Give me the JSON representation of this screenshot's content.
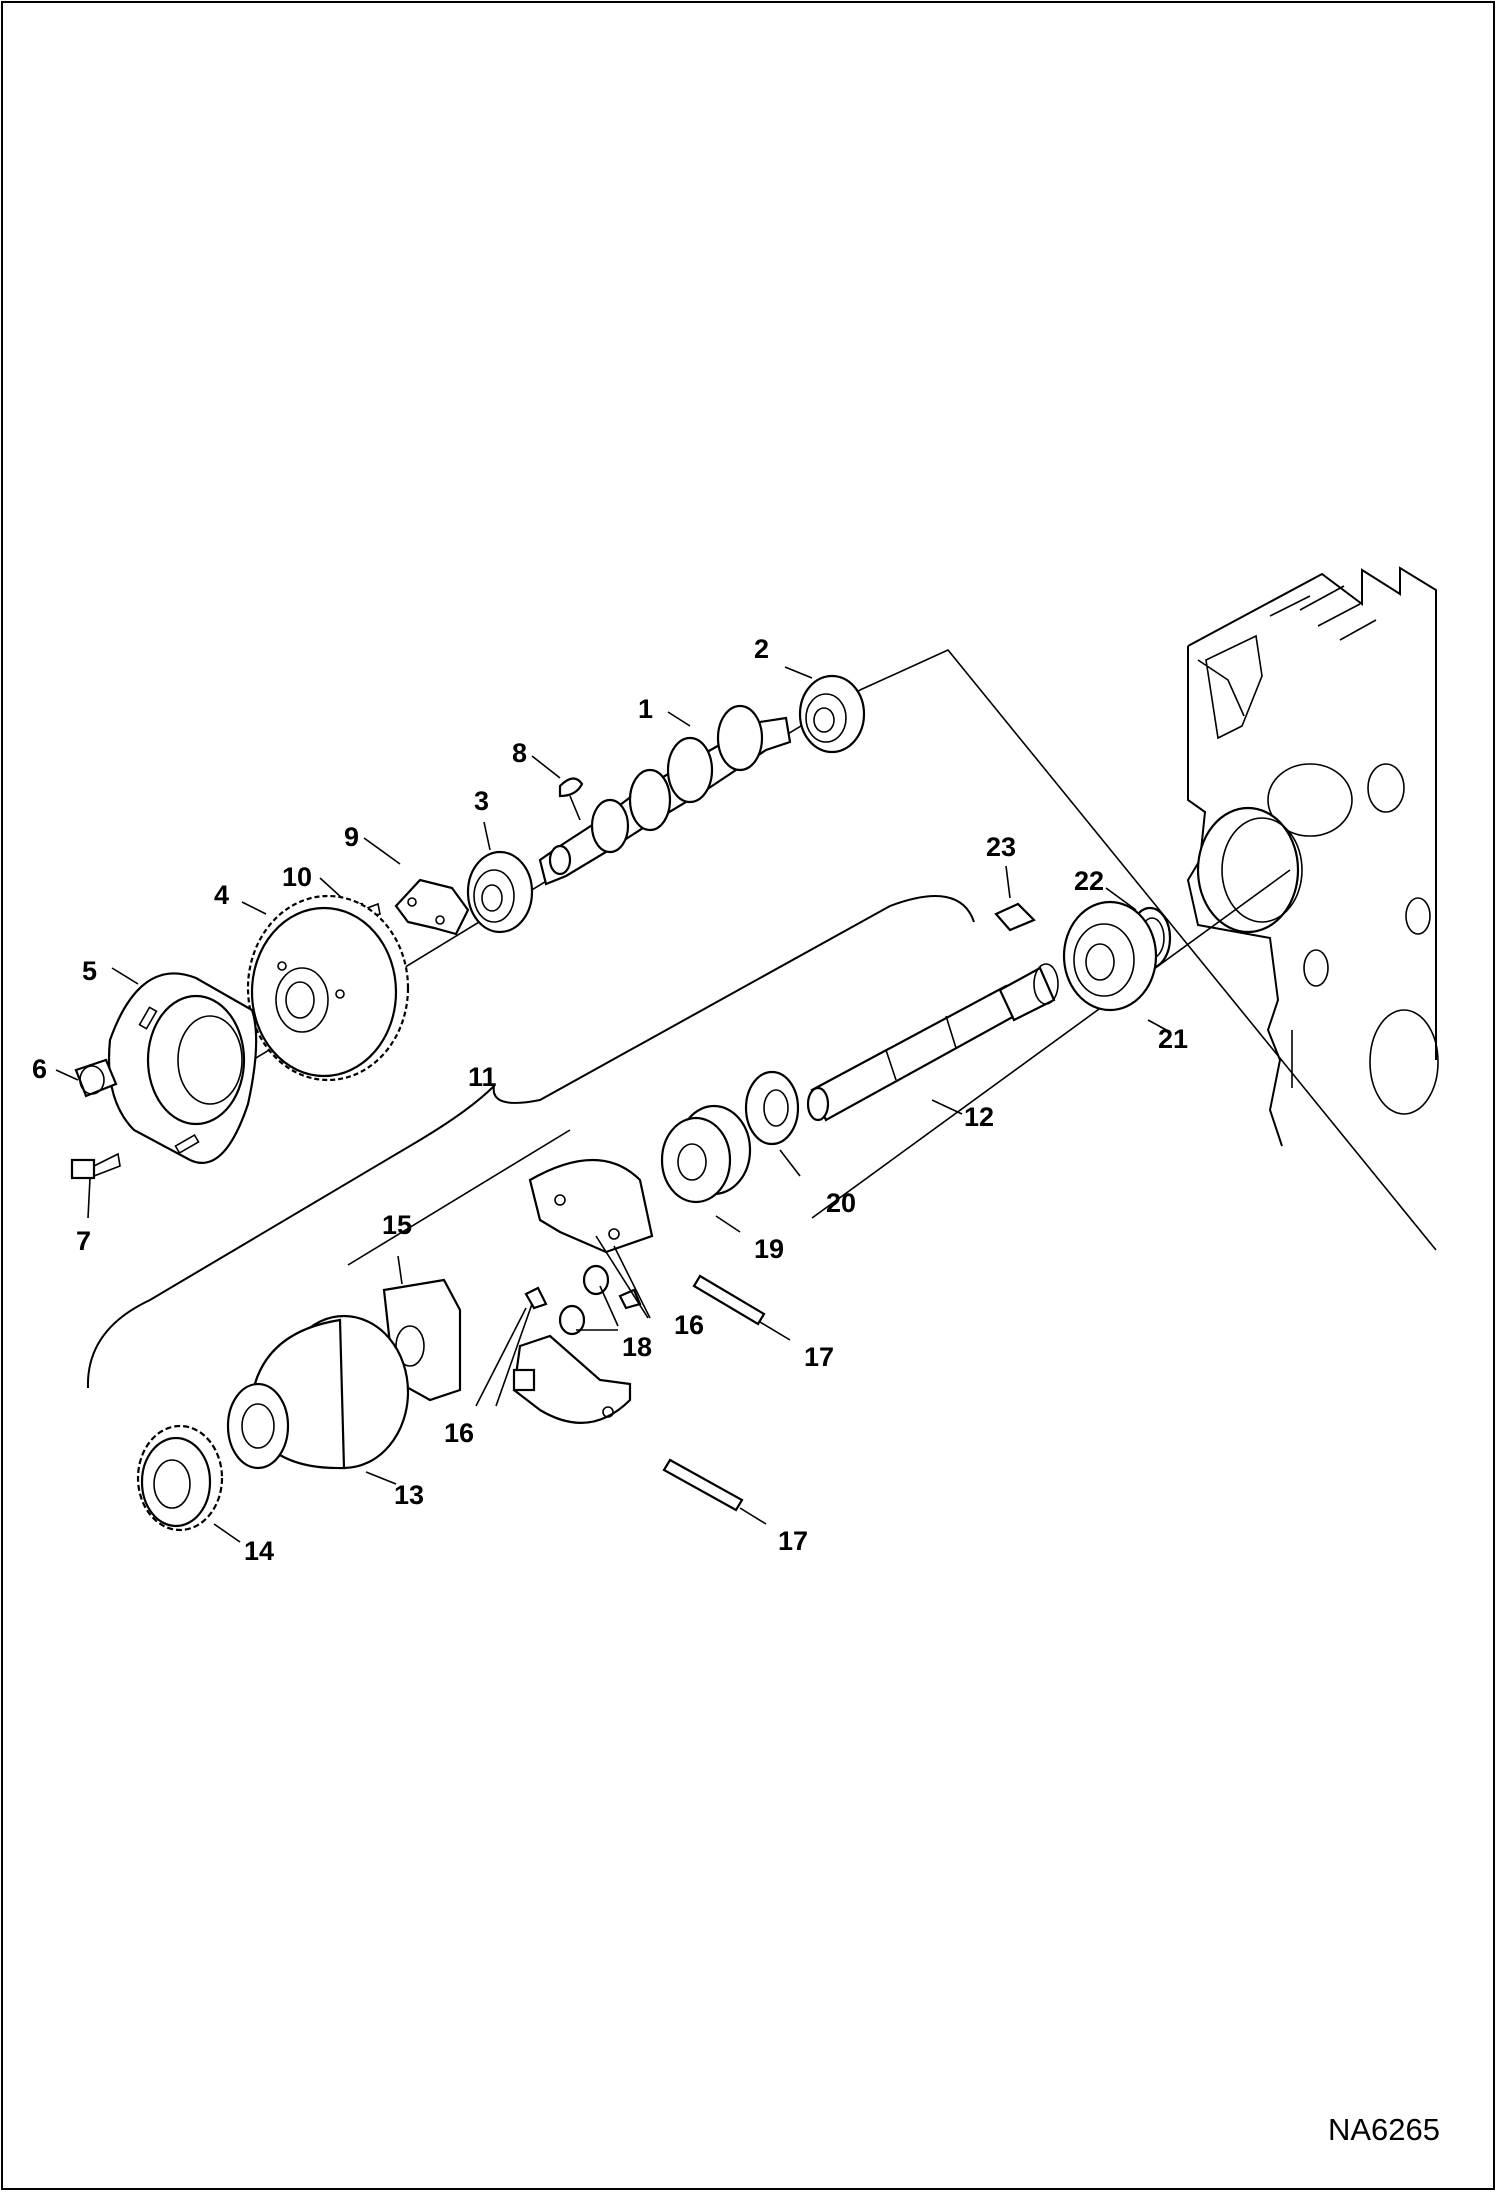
{
  "callouts": [
    "1",
    "2",
    "3",
    "4",
    "5",
    "6",
    "7",
    "8",
    "9",
    "10",
    "11",
    "12",
    "13",
    "14",
    "15",
    "16",
    "16",
    "17",
    "17",
    "18",
    "19",
    "20",
    "21",
    "22",
    "23"
  ],
  "figure_id": "NA6265"
}
